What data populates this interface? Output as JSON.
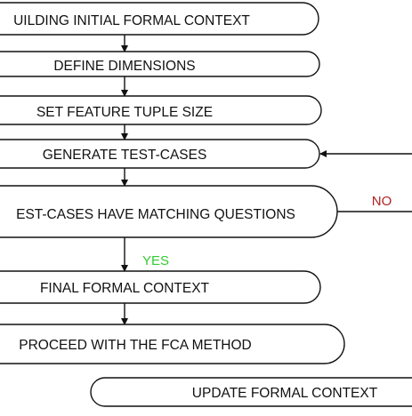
{
  "diagram": {
    "steps": {
      "build": "UILDING INITIAL FORMAL CONTEXT",
      "dimensions": "DEFINE DIMENSIONS",
      "tuple": "SET FEATURE TUPLE SIZE",
      "generate": "GENERATE TEST-CASES",
      "decision": "EST-CASES HAVE MATCHING QUESTIONS",
      "final": "FINAL FORMAL CONTEXT",
      "proceed": "PROCEED WITH THE FCA METHOD",
      "update": "UPDATE FORMAL CONTEXT"
    },
    "labels": {
      "yes": "YES",
      "no": "NO"
    },
    "colors": {
      "stroke": "#111111",
      "fill": "#ffffff",
      "text": "#111111",
      "yes": "#33cc33",
      "no": "#b22222"
    }
  }
}
